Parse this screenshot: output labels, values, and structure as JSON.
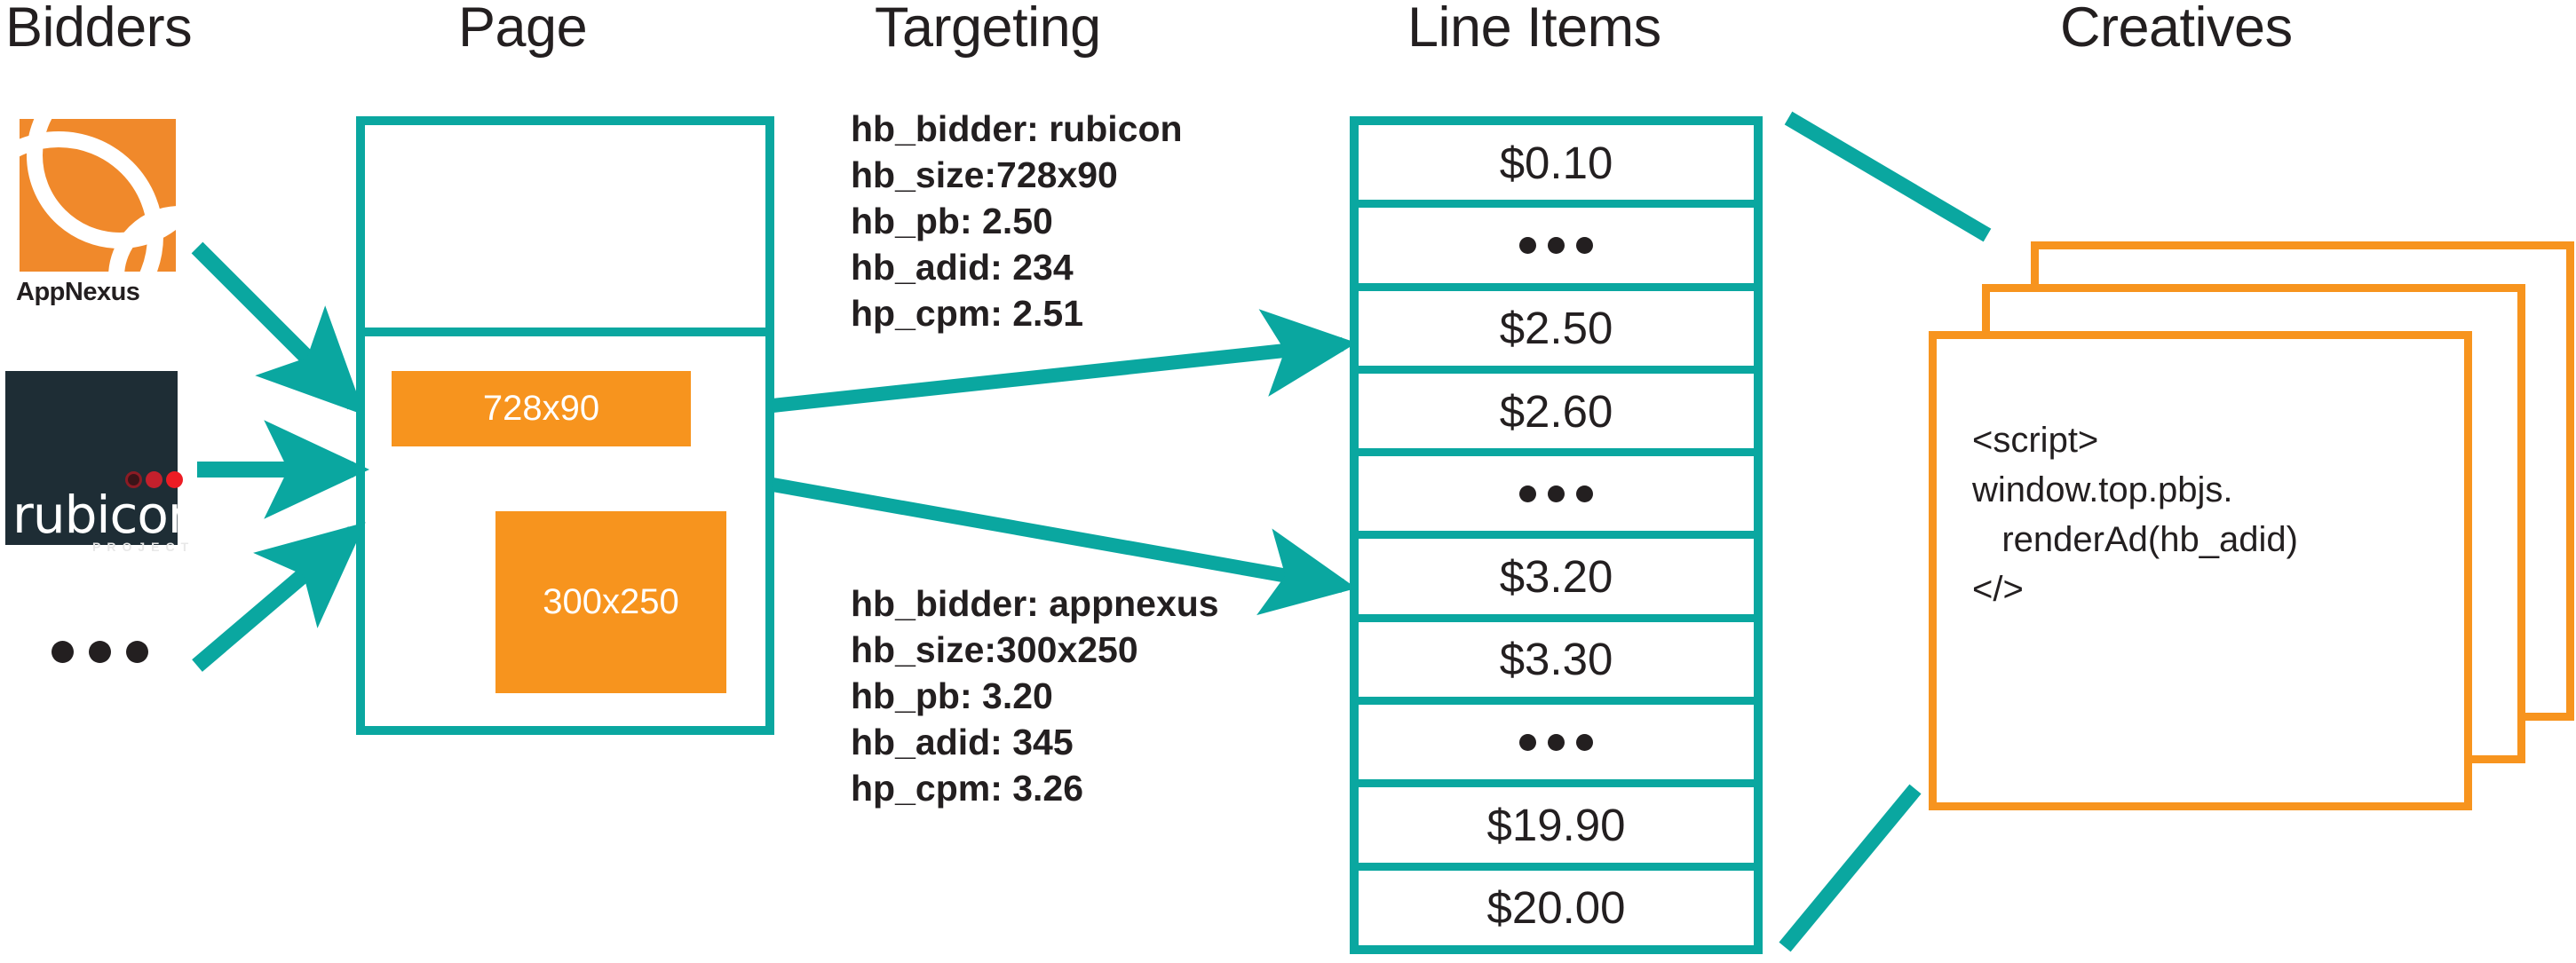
{
  "columns": [
    {
      "id": "bidders",
      "label": "Bidders"
    },
    {
      "id": "page",
      "label": "Page"
    },
    {
      "id": "targeting",
      "label": "Targeting"
    },
    {
      "id": "line-items",
      "label": "Line Items"
    },
    {
      "id": "creatives",
      "label": "Creatives"
    }
  ],
  "colors": {
    "teal": "#0aa7a0",
    "orange": "#f7941e",
    "logo_orange": "#f0892b",
    "rubicon_navy": "#1e2d35",
    "text": "#231f20",
    "white": "#ffffff"
  },
  "bidders": {
    "items": [
      {
        "name": "appnexus",
        "label": "AppNexus",
        "icon": "appnexus-logo"
      },
      {
        "name": "rubicon",
        "label": "rubicon",
        "sublabel": "PROJECT",
        "icon": "rubicon-project-logo"
      },
      {
        "name": "more",
        "label": "•••",
        "icon": "ellipsis-icon"
      }
    ]
  },
  "page": {
    "ad_slots": [
      {
        "id": "leaderboard",
        "label": "728x90"
      },
      {
        "id": "mrec",
        "label": "300x250"
      }
    ]
  },
  "targeting": {
    "blocks": [
      {
        "id": "rubicon-targeting",
        "lines": [
          "hb_bidder: rubicon",
          "hb_size:728x90",
          "hb_pb: 2.50",
          "hb_adid: 234",
          "hp_cpm: 2.51"
        ]
      },
      {
        "id": "appnexus-targeting",
        "lines": [
          "hb_bidder: appnexus",
          "hb_size:300x250",
          "hb_pb: 3.20",
          "hb_adid: 345",
          "hp_cpm: 3.26"
        ]
      }
    ]
  },
  "line_items": {
    "rows": [
      {
        "type": "value",
        "label": "$0.10"
      },
      {
        "type": "ellipsis",
        "label": "•••"
      },
      {
        "type": "value",
        "label": "$2.50",
        "highlighted": true
      },
      {
        "type": "value",
        "label": "$2.60"
      },
      {
        "type": "ellipsis",
        "label": "•••"
      },
      {
        "type": "value",
        "label": "$3.20",
        "highlighted": true
      },
      {
        "type": "value",
        "label": "$3.30"
      },
      {
        "type": "ellipsis",
        "label": "•••"
      },
      {
        "type": "value",
        "label": "$19.90"
      },
      {
        "type": "value",
        "label": "$20.00"
      }
    ]
  },
  "creatives": {
    "card_count": 3,
    "code_lines": [
      "<script>",
      "window.top.pbjs.",
      "   renderAd(hb_adid)",
      "</>"
    ]
  }
}
